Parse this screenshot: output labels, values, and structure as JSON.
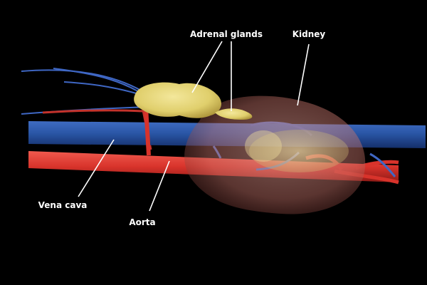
{
  "labels": {
    "adrenal_glands": "Adrenal glands",
    "kidney": "Kidney",
    "vena_cava": "Vena cava",
    "aorta": "Aorta"
  },
  "colors": {
    "background": "#000000",
    "vena_cava": "#2a56a6",
    "aorta": "#d8332b",
    "adrenal_gland": "#e0cf6c",
    "kidney": "#c9756b",
    "small_veins": "#3f67c4",
    "label_text": "#ffffff"
  }
}
